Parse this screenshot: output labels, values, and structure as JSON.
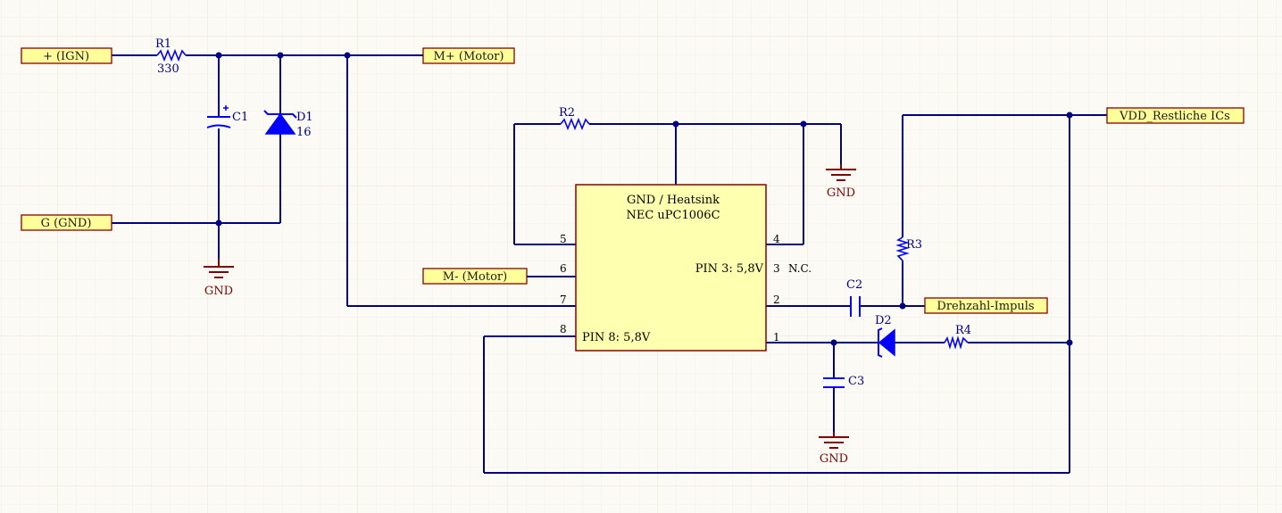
{
  "ports": {
    "ign": "+ (IGN)",
    "gnd": "G (GND)",
    "motor_plus": "M+ (Motor)",
    "motor_minus": "M- (Motor)",
    "vdd": "VDD_Restliche ICs",
    "drehzahl": "Drehzahl-Impuls"
  },
  "components": {
    "r1_name": "R1",
    "r1_value": "330",
    "c1_name": "C1",
    "d1_name": "D1",
    "d1_value": "16",
    "r2_name": "R2",
    "r3_name": "R3",
    "r4_name": "R4",
    "c2_name": "C2",
    "c3_name": "C3",
    "d2_name": "D2"
  },
  "ground_label": "GND",
  "ic": {
    "line1": "GND / Heatsink",
    "line2": "NEC uPC1006C",
    "pin3_note": "PIN 3: 5,8V",
    "pin8_note": "PIN 8: 5,8V",
    "nc_label": "N.C.",
    "pins": [
      "5",
      "6",
      "7",
      "8",
      "4",
      "3",
      "2",
      "1"
    ]
  },
  "colors": {
    "wire": "#000080",
    "component": "#0000ff",
    "port_fill": "#ffff99",
    "port_border": "#8b0000",
    "ic_fill": "#ffffb0",
    "ic_border": "#8b0000",
    "ground": "#800000"
  }
}
